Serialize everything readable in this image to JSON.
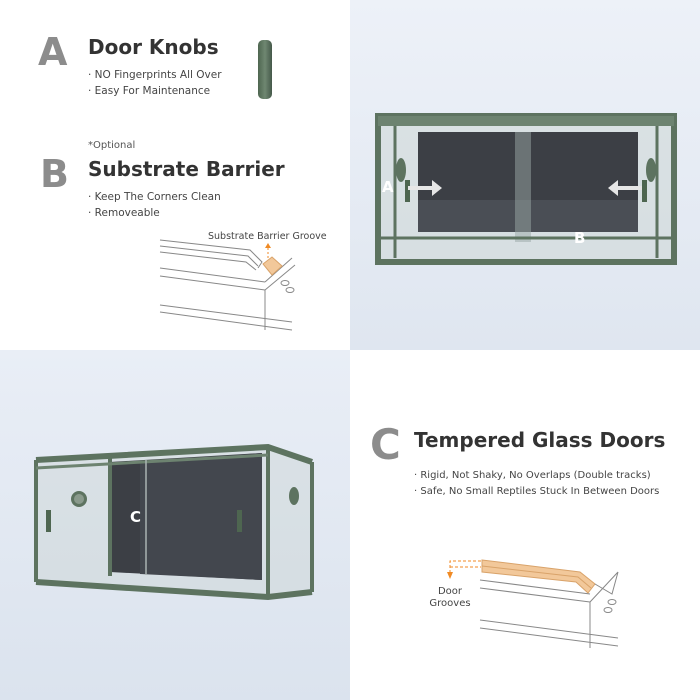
{
  "section_a": {
    "letter": "A",
    "title": "Door Knobs",
    "bullets": [
      "· NO Fingerprints All Over",
      "· Easy For Maintenance"
    ]
  },
  "section_b": {
    "note": "*Optional",
    "letter": "B",
    "title": "Substrate Barrier",
    "bullets": [
      "· Keep The Corners Clean",
      "· Removeable"
    ],
    "diagram_label": "Substrate Barrier Groove"
  },
  "section_c": {
    "letter": "C",
    "title": "Tempered Glass Doors",
    "bullets": [
      "· Rigid, Not Shaky, No Overlaps (Double tracks)",
      "· Safe, No Small Reptiles Stuck In Between Doors"
    ],
    "diagram_label_1": "Door",
    "diagram_label_2": "Grooves"
  },
  "photo_top": {
    "label_a": "A",
    "label_b": "B"
  },
  "photo_bottom": {
    "label_c": "C"
  },
  "colors": {
    "frame": "#5d7360",
    "accent": "#f08a24",
    "letter": "#8c8c8c"
  }
}
